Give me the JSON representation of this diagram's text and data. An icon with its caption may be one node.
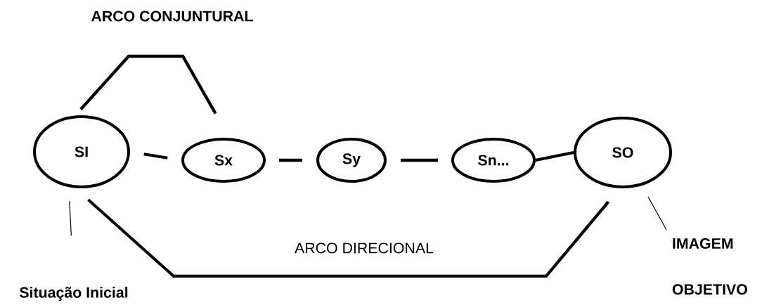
{
  "diagram": {
    "nodes": [
      {
        "text": [
          "SI"
        ]
      },
      {
        "text": [
          "Sx"
        ]
      },
      {
        "text": [
          "Sy"
        ]
      },
      {
        "text": [
          "Sn..."
        ]
      },
      {
        "text": [
          "SO"
        ]
      },
      {
        "text": [
          "Situação Inicial"
        ]
      },
      {
        "text": [
          "IMAGEM OBJETIVO"
        ]
      }
    ],
    "edges": [
      {
        "from": 0,
        "to": 1,
        "arrow": "none"
      },
      {
        "from": 1,
        "to": 2,
        "arrow": "none"
      },
      {
        "from": 2,
        "to": 3,
        "arrow": "none"
      },
      {
        "from": 3,
        "to": 4,
        "arrow": "none"
      },
      {
        "from": 0,
        "to": 1,
        "arrow": "none",
        "label": "ARCO CONJUNTURAL"
      },
      {
        "from": 0,
        "to": 4,
        "arrow": "none",
        "label": "ARCO DIRECIONAL"
      },
      {
        "from": 5,
        "to": 0,
        "arrow": "none"
      },
      {
        "from": 6,
        "to": 4,
        "arrow": "none"
      }
    ]
  }
}
